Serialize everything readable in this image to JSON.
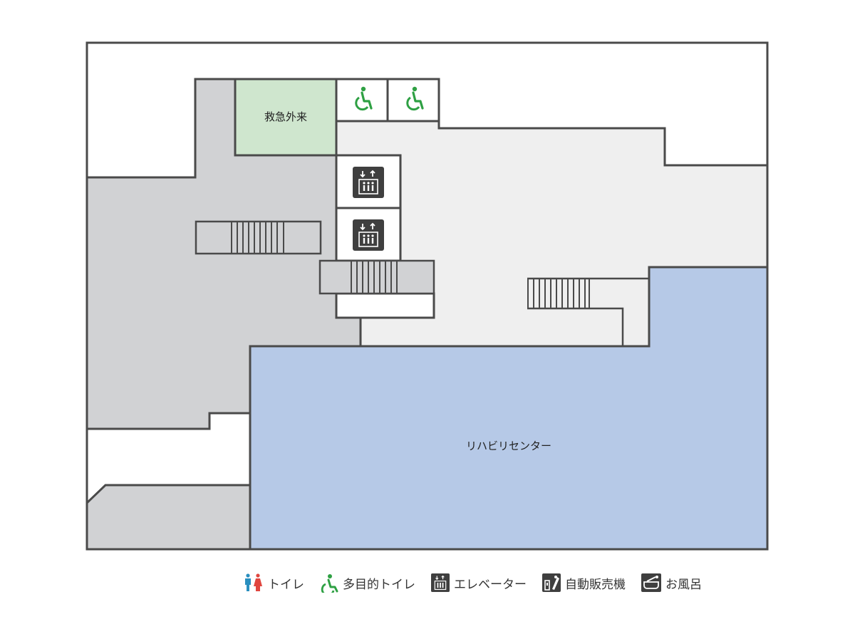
{
  "map": {
    "rooms": {
      "emergency": "救急外来",
      "rehab": "リハビリセンター"
    },
    "colors": {
      "outline": "#4a4a4a",
      "corridor_dark": "#d1d2d4",
      "corridor_light": "#efefef",
      "emergency": "#cfe6ce",
      "rehab": "#b6c9e7",
      "accessible_green": "#2ea043",
      "elevator_dark": "#3f3f3f",
      "toilet_male": "#2a8fbf",
      "toilet_female": "#e0463f"
    }
  },
  "legend": {
    "toilet": "トイレ",
    "accessible_toilet": "多目的トイレ",
    "elevator": "エレベーター",
    "vending": "自動販売機",
    "bath": "お風呂"
  }
}
